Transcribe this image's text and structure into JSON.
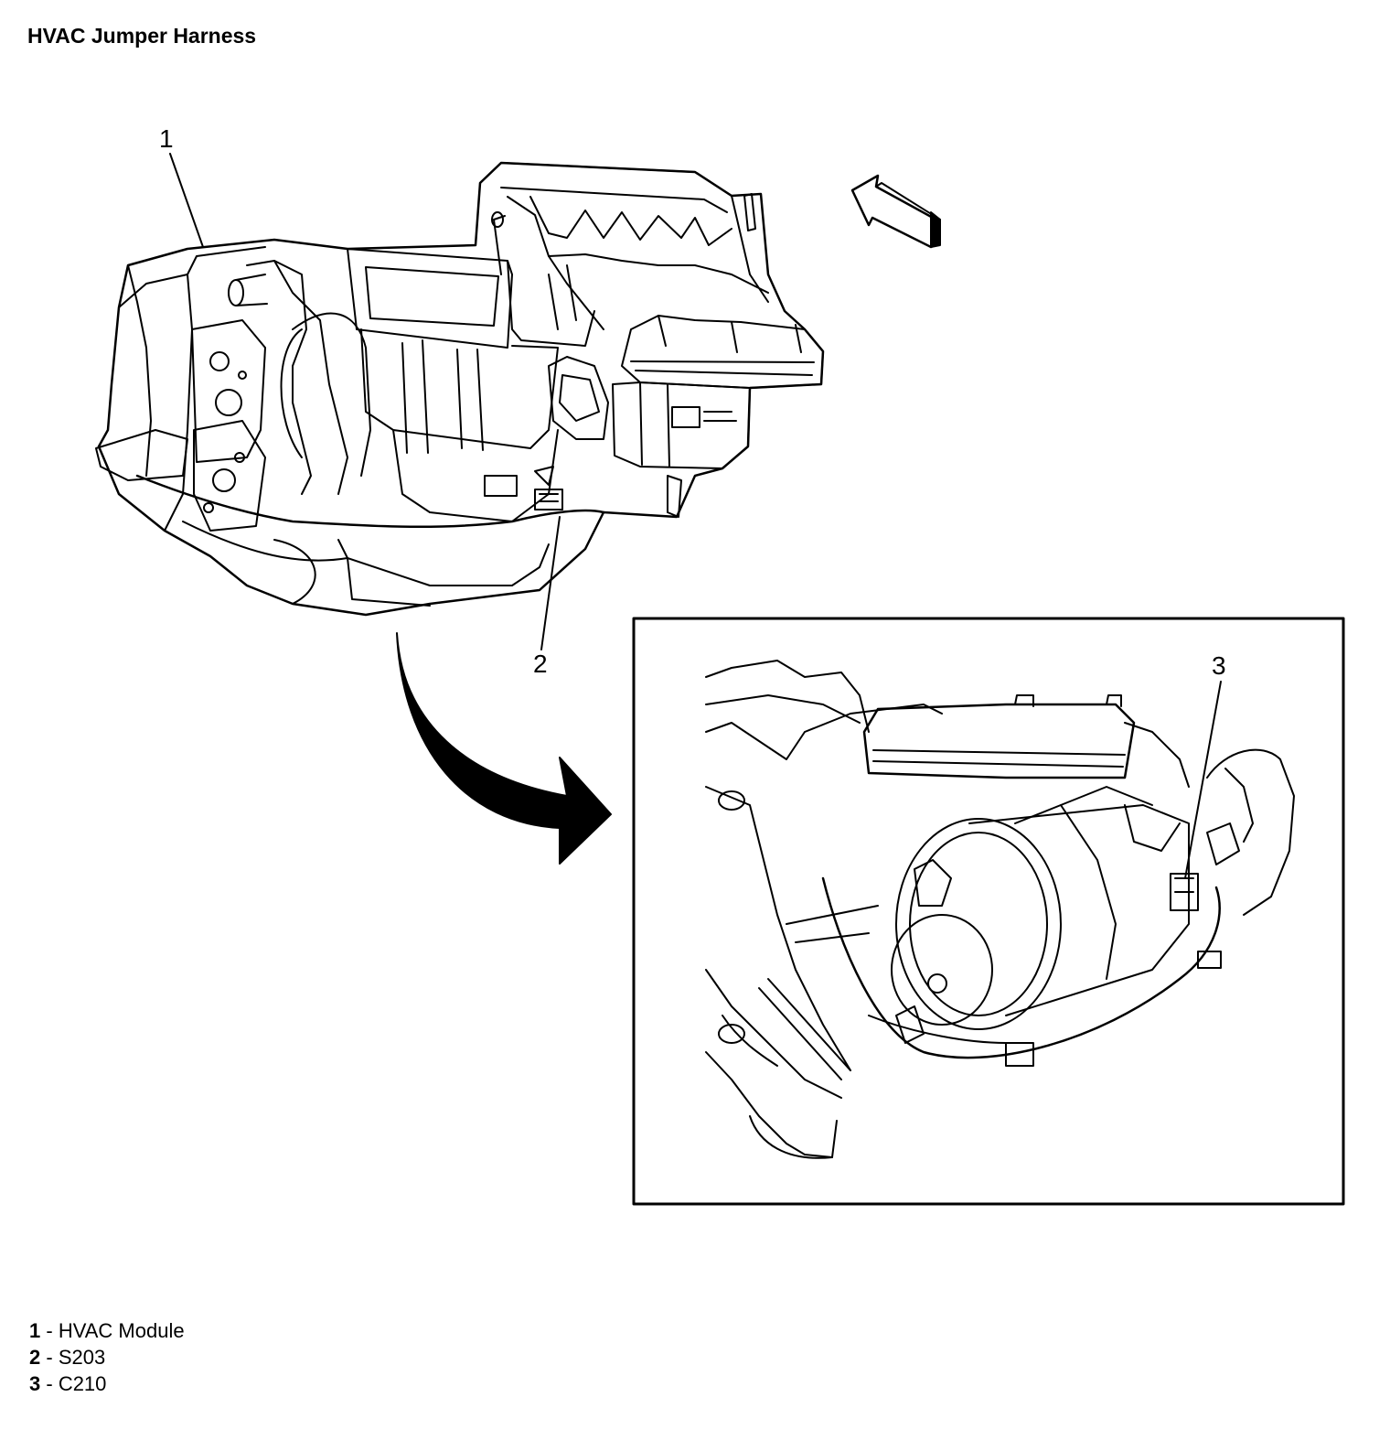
{
  "title": "HVAC Jumper Harness",
  "callouts": [
    {
      "num": "1"
    },
    {
      "num": "2"
    },
    {
      "num": "3"
    }
  ],
  "legend": [
    {
      "num": "1",
      "sep": " - ",
      "label": "HVAC Module"
    },
    {
      "num": "2",
      "sep": " - ",
      "label": "S203"
    },
    {
      "num": "3",
      "sep": " - ",
      "label": "C210"
    }
  ]
}
